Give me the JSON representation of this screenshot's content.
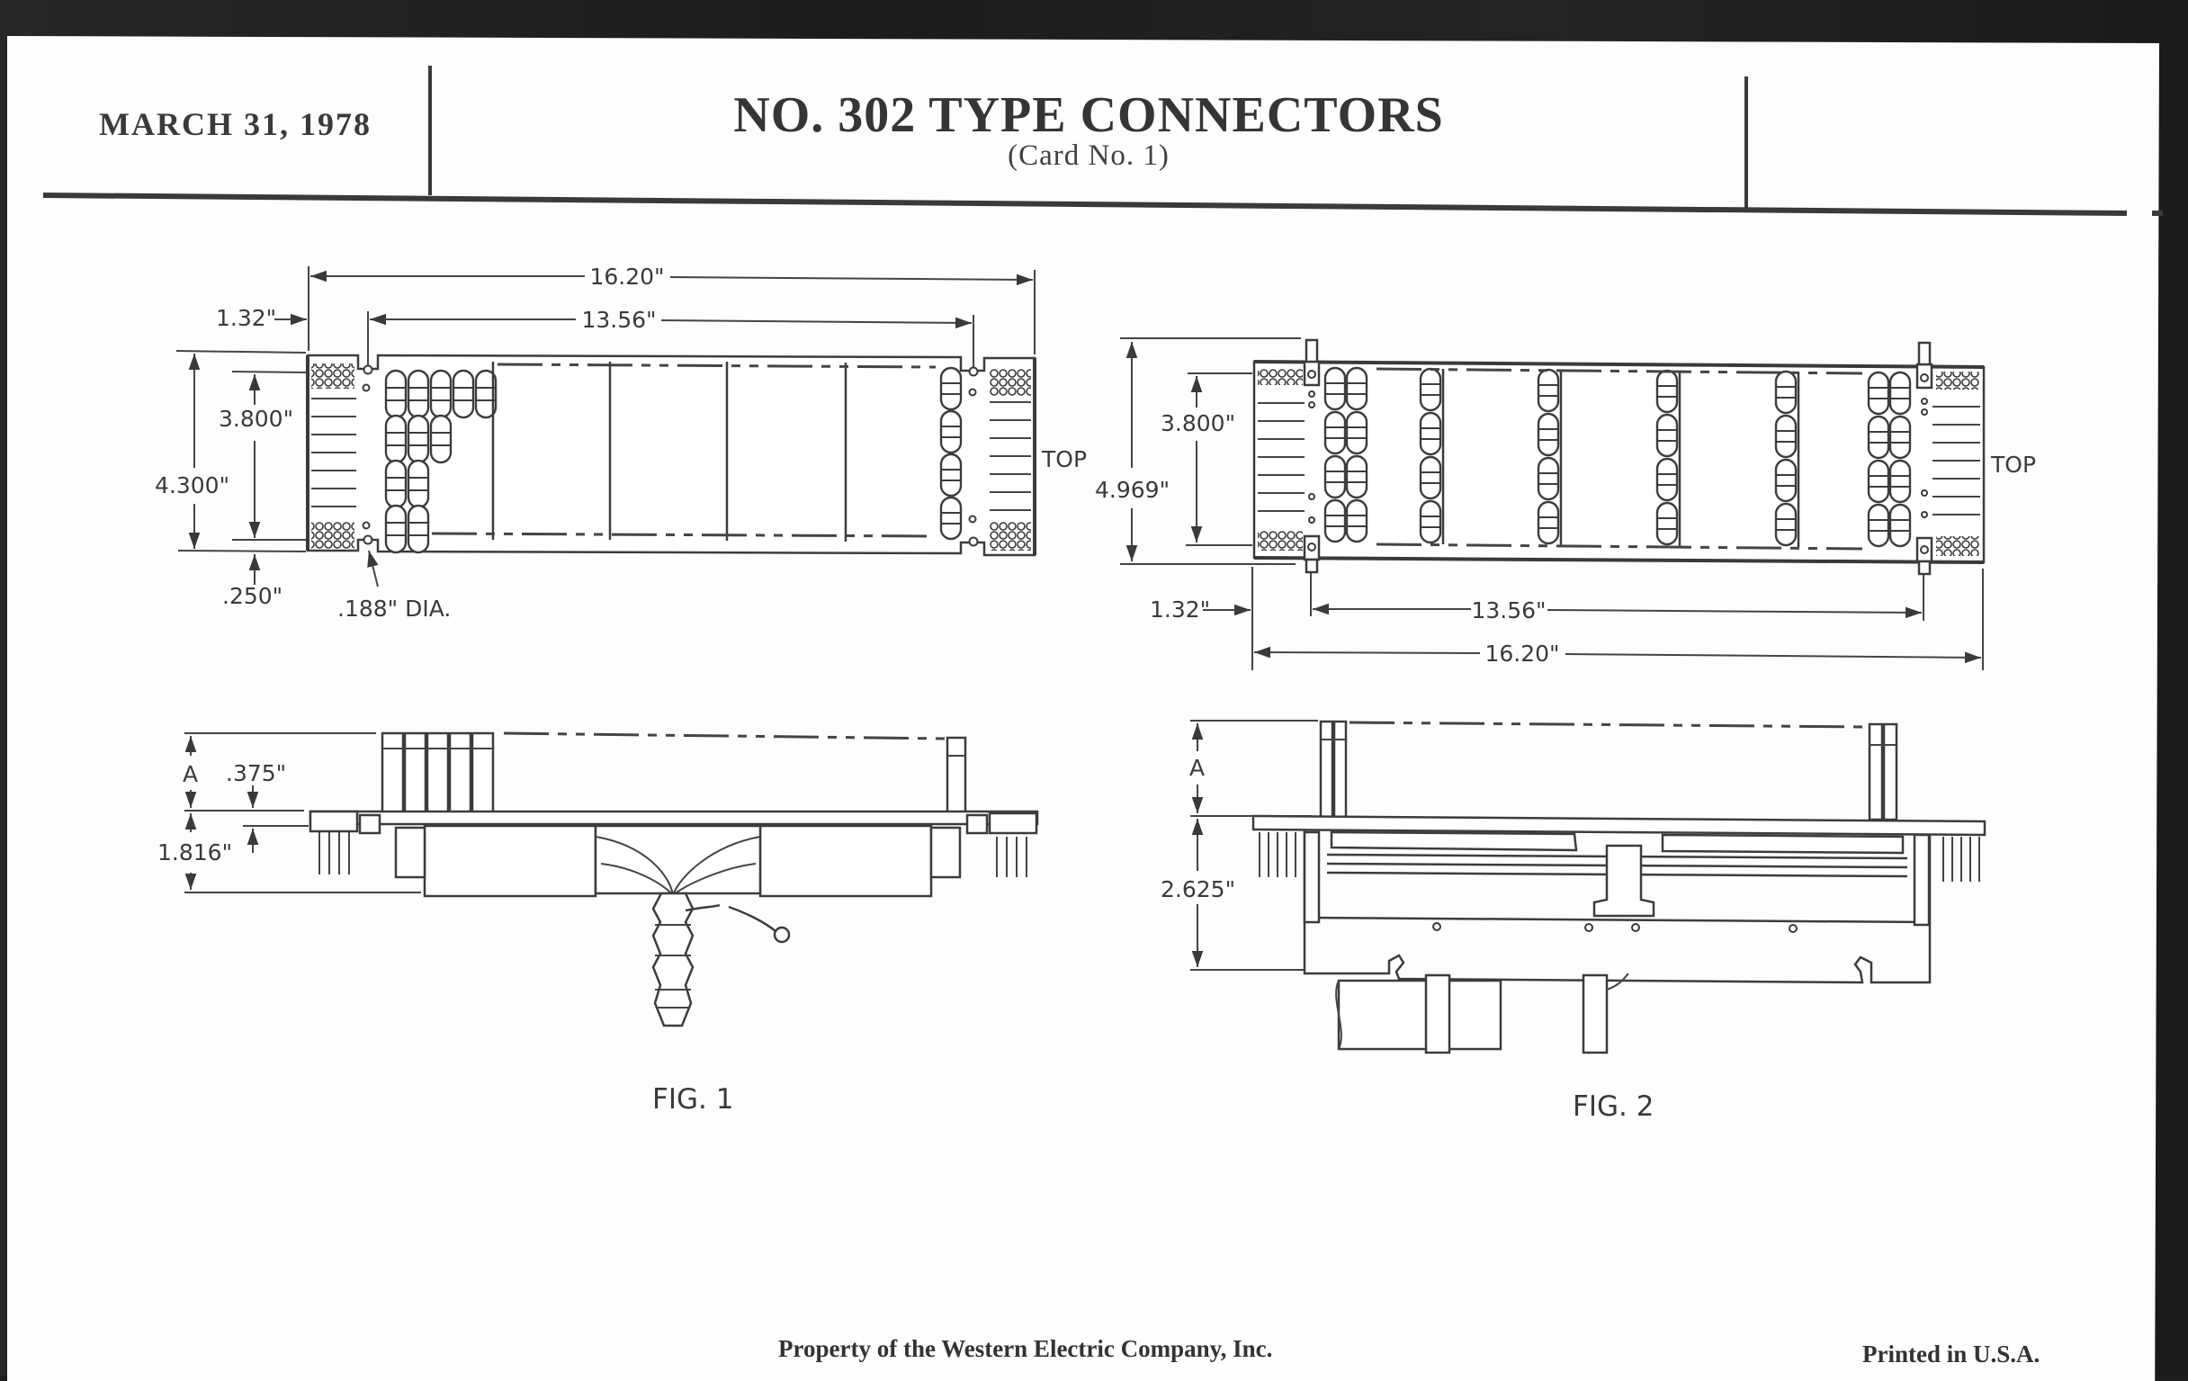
{
  "header": {
    "date": "MARCH 31, 1978",
    "title": "NO. 302 TYPE CONNECTORS",
    "subtitle": "(Card No. 1)"
  },
  "figure1": {
    "label": "FIG. 1",
    "top_view": {
      "overall_length": "16.20\"",
      "mounting_centers": "13.56\"",
      "end_offset": "1.32\"",
      "overall_height": "4.300\"",
      "mounting_height": "3.800\"",
      "edge_offset": ".250\"",
      "hole_diameter": ".188\" DIA.",
      "orientation": "TOP"
    },
    "side_view": {
      "dimension_a": "A",
      "plate_offset": ".375\"",
      "depth": "1.816\""
    }
  },
  "figure2": {
    "label": "FIG. 2",
    "top_view": {
      "overall_length": "16.20\"",
      "mounting_centers": "13.56\"",
      "end_offset": "1.32\"",
      "overall_height": "4.969\"",
      "mounting_height": "3.800\"",
      "orientation": "TOP"
    },
    "side_view": {
      "dimension_a": "A",
      "depth": "2.625\""
    }
  },
  "footer": {
    "ownership": "Property of the Western Electric Company, Inc.",
    "printed": "Printed in U.S.A."
  },
  "colors": {
    "ink": "#3a3a3a",
    "paper": "#fdfdfb",
    "scan_border": "#1e1e1e"
  }
}
